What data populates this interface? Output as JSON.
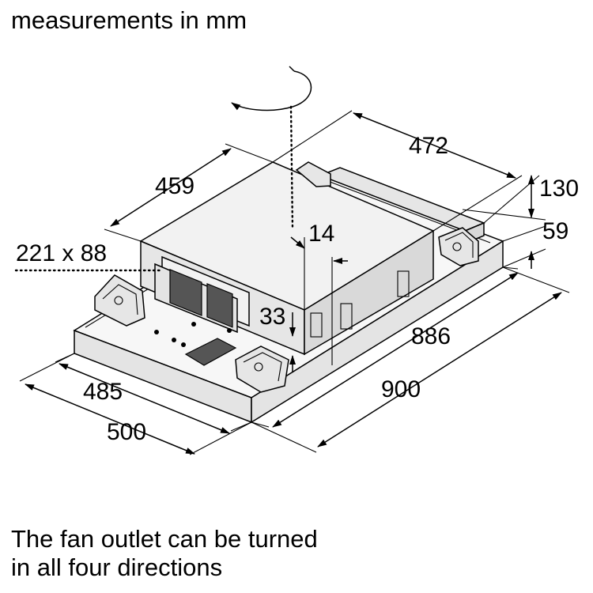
{
  "title": "measurements in mm",
  "caption": {
    "line1": "The fan outlet can be turned",
    "line2": "in all four directions"
  },
  "dimensions": {
    "d472": "472",
    "d130": "130",
    "d459": "459",
    "d14": "14",
    "d59": "59",
    "d221x88": "221 x 88",
    "d33": "33",
    "d886": "886",
    "d485": "485",
    "d900": "900",
    "d500": "500"
  }
}
